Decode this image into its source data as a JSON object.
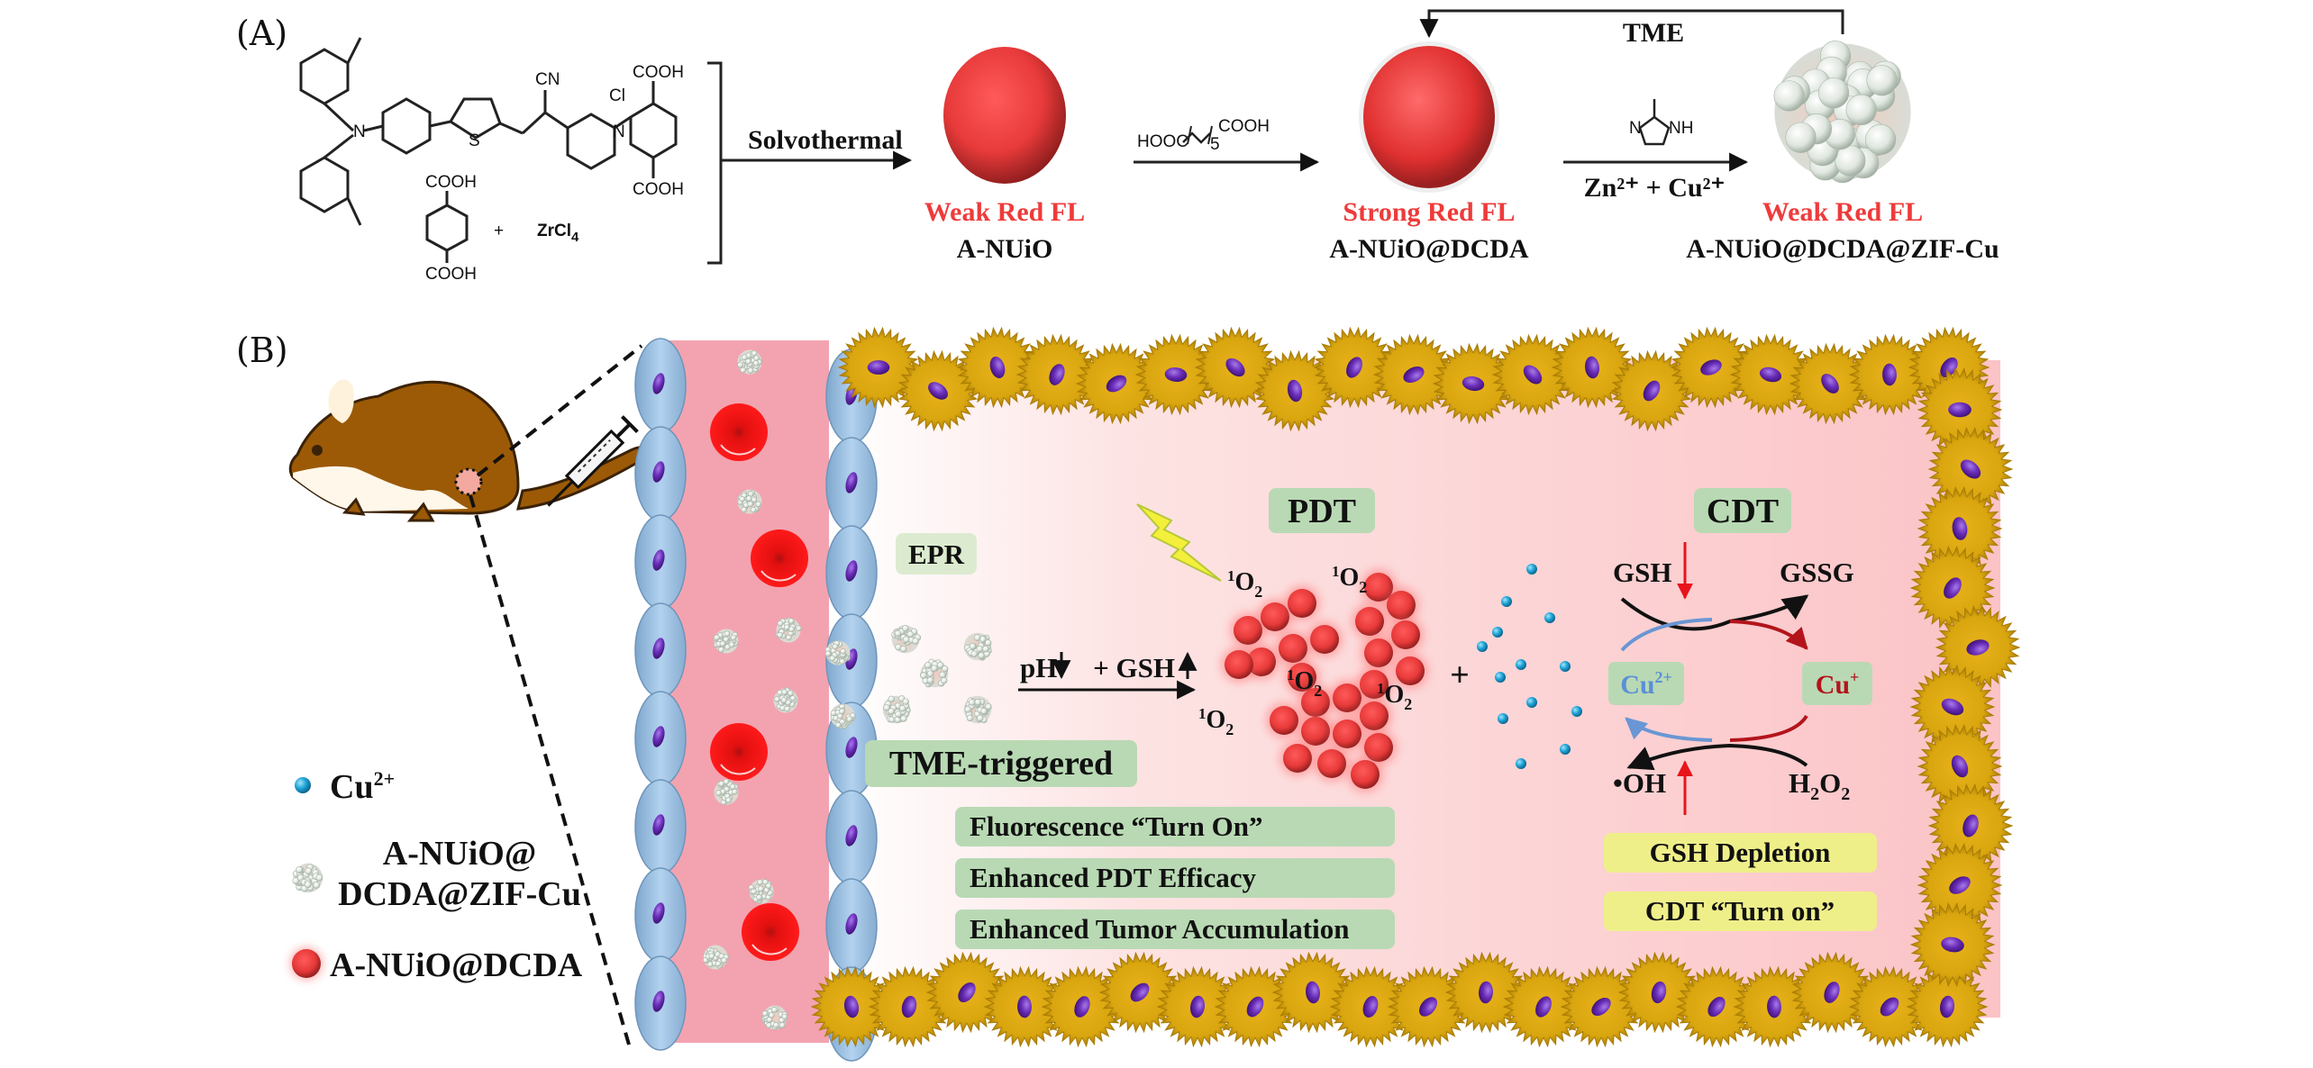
{
  "panel_a": {
    "label": "(A)",
    "reactants": {
      "dye_groups": {
        "cn": "CN",
        "counter_ion": "Cl",
        "cooh_top": "COOH",
        "cooh_bottom": "COOH",
        "n_plus": "N",
        "s": "S",
        "n": "N"
      },
      "linker_cooh_top": "COOH",
      "linker_cooh_bottom": "COOH",
      "plus": "+",
      "metal_salt": "ZrCl",
      "metal_salt_sub": "4"
    },
    "step1": {
      "condition": "Solvothermal",
      "product_fl": "Weak Red FL",
      "product_name": "A-NUiO"
    },
    "step2": {
      "reagent_left": "HOOC",
      "reagent_right": "COOH",
      "reagent_sub": "5",
      "product_fl": "Strong Red FL",
      "product_name": "A-NUiO@DCDA"
    },
    "step3": {
      "reagent_n": "N",
      "reagent_nh": "NH",
      "condition": "Zn²⁺ + Cu²⁺",
      "product_fl": "Weak Red FL",
      "product_name": "A-NUiO@DCDA@ZIF-Cu"
    },
    "feedback": {
      "label": "TME"
    }
  },
  "panel_b": {
    "label": "(B)",
    "legend": [
      {
        "icon": "cu-ion-dot-icon",
        "label": "Cu",
        "sup": "2+"
      },
      {
        "icon": "zif-nanoparticle-icon",
        "label_line1": "A-NUiO@",
        "label_line2": "DCDA@ZIF-Cu"
      },
      {
        "icon": "red-nanoparticle-icon",
        "label": "A-NUiO@DCDA"
      }
    ],
    "epr": "EPR",
    "tme_triggered": "TME-triggered",
    "trigger_arrow": {
      "ph": "pH",
      "plus_gsh": " + GSH"
    },
    "effects": [
      "Fluorescence “Turn On”",
      "Enhanced PDT Efficacy",
      "Enhanced Tumor Accumulation"
    ],
    "pdt": {
      "label": "PDT",
      "singlet_oxygen": "O",
      "sup": "1",
      "sub": "2"
    },
    "plus": "+",
    "cdt": {
      "label": "CDT",
      "gsh": "GSH",
      "gssg": "GSSG",
      "cu2": "Cu",
      "cu2_sup": "2+",
      "cu1": "Cu",
      "cu1_sup": "+",
      "oh": "•OH",
      "h2o2": "H",
      "h2o2_rest": "O",
      "two": "2"
    },
    "outcomes": [
      "GSH Depletion",
      "CDT “Turn on”"
    ]
  },
  "colors": {
    "red_fl": "#ee3b3b",
    "green_box": "#b9d9b4",
    "yellow_box": "#efef8a",
    "vessel_pink": "#f3a3b0",
    "endothelial_blue": "#9dc2e3",
    "tumor_cell_gold": "#d9a60f",
    "nucleus_purple": "#6a2db8",
    "cu_ion_blue": "#1fa3d6",
    "cu2_text": "#5b8fd6",
    "cu1_text": "#b3141b"
  }
}
